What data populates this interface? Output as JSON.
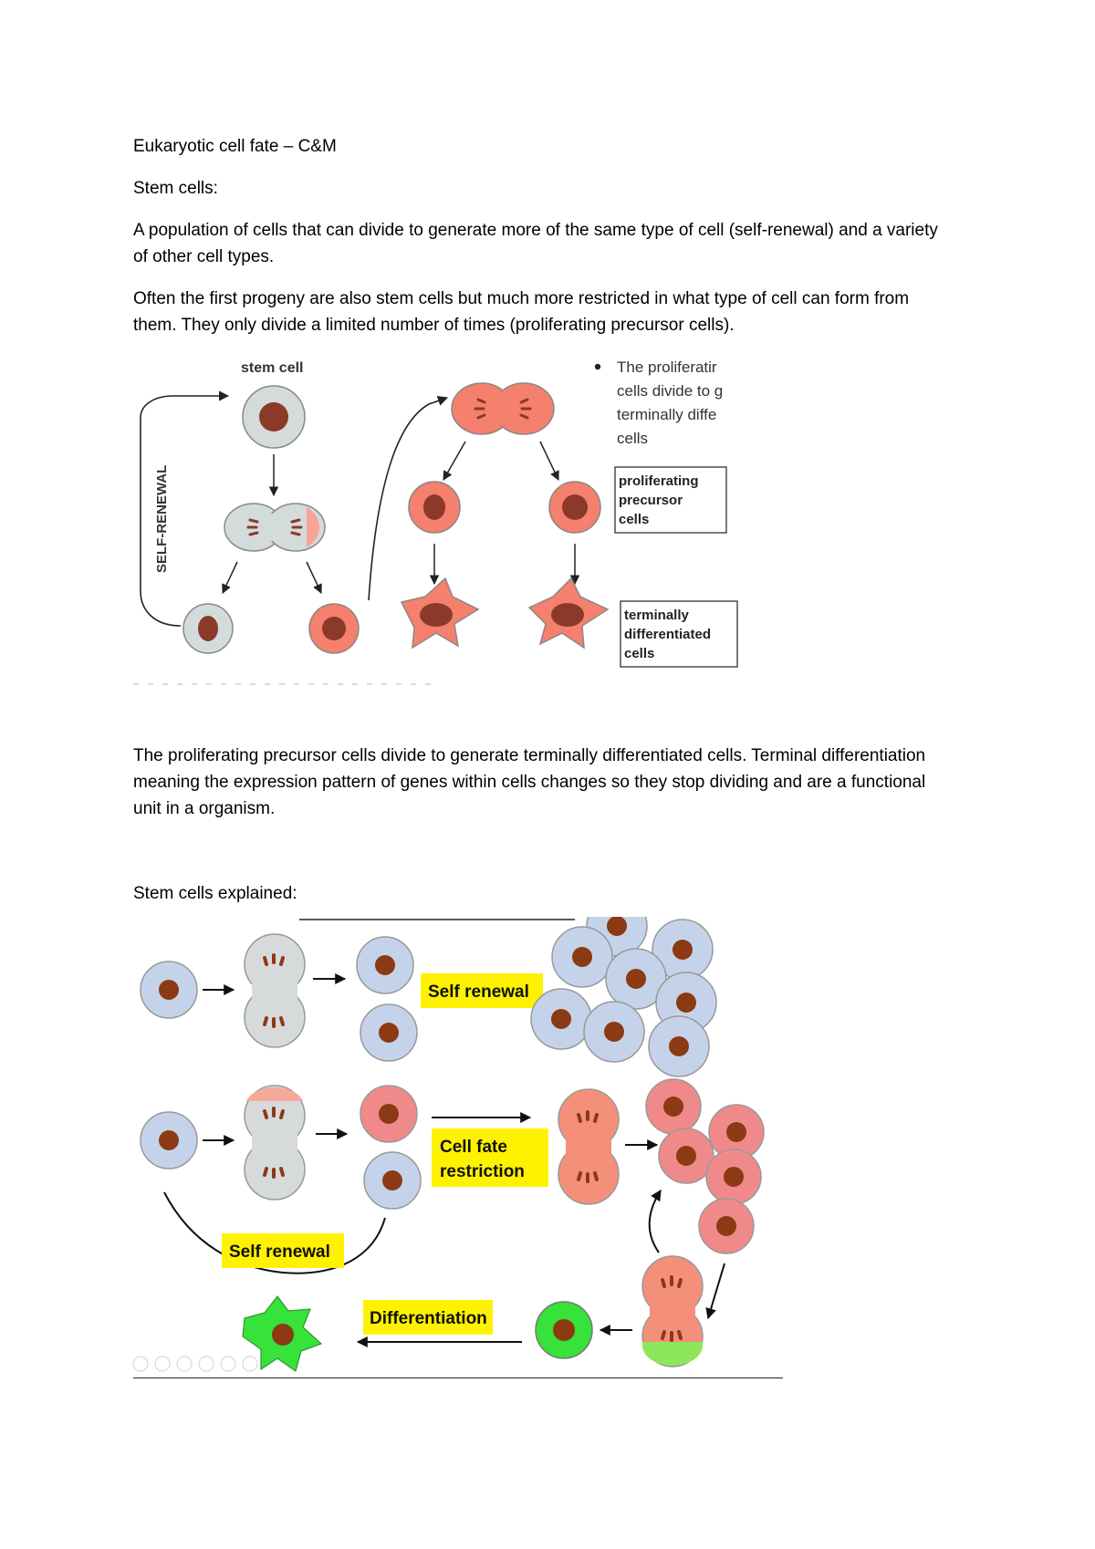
{
  "doc": {
    "title": "Eukaryotic cell fate – C&M",
    "stem_heading": "Stem cells:",
    "para_population": "A population of cells that can divide to generate more of the same type of cell (self-renewal) and a variety of other cell types.",
    "para_often": "Often the first progeny are also stem cells but much more restricted in what type of cell can form from them. They only divide a limited number of times (proliferating precursor cells).",
    "para_proliferating": "The proliferating precursor cells divide to generate terminally differentiated cells. Terminal differentiation meaning the expression pattern of genes within cells changes so they stop dividing and are a functional unit in a organism.",
    "stem_explained": "Stem cells explained:"
  },
  "figure1": {
    "stem_cell_label": "stem cell",
    "self_renewal_label": "SELF-RENEWAL",
    "bullet_lines": [
      "The proliferatir",
      "cells divide to g",
      "terminally diffe",
      "cells"
    ],
    "box_precursor": [
      "proliferating",
      "precursor",
      "cells"
    ],
    "box_terminal": [
      "terminally",
      "differentiated",
      "cells"
    ],
    "colors": {
      "stem": "#d4dbdb",
      "precursor": "#f4806d",
      "nucleus": "#8b3a2a"
    }
  },
  "figure2": {
    "self_renewal_top": "Self renewal",
    "cell_fate": [
      "Cell fate",
      "restriction"
    ],
    "self_renewal_bottom": "Self renewal",
    "differentiation": "Differentiation",
    "colors": {
      "blue_cell": "#c5d3ea",
      "red_cell": "#f08a8a",
      "salmon": "#f4907a",
      "green": "#37e23a",
      "label_bg": "#fff200"
    }
  }
}
